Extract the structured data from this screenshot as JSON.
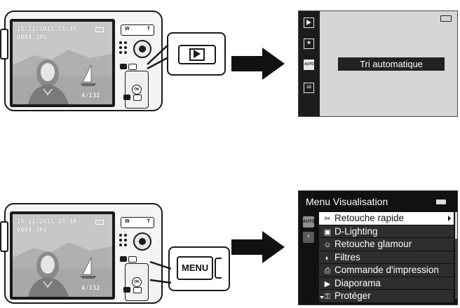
{
  "step1": {
    "camera_screen": {
      "date_time": "15/11/2011 15:30",
      "file_name": "0004.JPG",
      "counter": "4/132"
    },
    "callout_button": "play-button",
    "result_screen": {
      "tab_icons": [
        "play-icon",
        "favorites-icon",
        "auto-sort-icon",
        "list-by-date-icon"
      ],
      "tab_icon_texts": [
        "",
        "★",
        "AUTO",
        "12"
      ],
      "selected_label": "Tri automatique"
    }
  },
  "step2": {
    "camera_screen": {
      "date_time": "15/11/2011 15:30",
      "file_name": "0004.JPG",
      "counter": "4/132"
    },
    "callout_button": {
      "label": "MENU"
    },
    "menu_screen": {
      "title": "Menu Visualisation",
      "tab_icons": [
        "auto-sort-icon",
        "setup-icon"
      ],
      "items": [
        {
          "icon": "quick-retouch-icon",
          "label": "Retouche rapide",
          "selected": true
        },
        {
          "icon": "d-lighting-icon",
          "label": "D-Lighting",
          "selected": false
        },
        {
          "icon": "glamour-retouch-icon",
          "label": "Retouche glamour",
          "selected": false
        },
        {
          "icon": "filter-icon",
          "label": "Filtres",
          "selected": false
        },
        {
          "icon": "print-order-icon",
          "label": "Commande d'impression",
          "selected": false
        },
        {
          "icon": "slide-show-icon",
          "label": "Diaporama",
          "selected": false
        },
        {
          "icon": "protect-icon",
          "label": "Protéger",
          "selected": false
        }
      ]
    }
  },
  "colors": {
    "arrow": "#111111",
    "menu_bg": "#111111",
    "menu_item": "#2e2e2e",
    "menu_selected": "#ffffff",
    "panel_bg": "#d6d6d6"
  }
}
